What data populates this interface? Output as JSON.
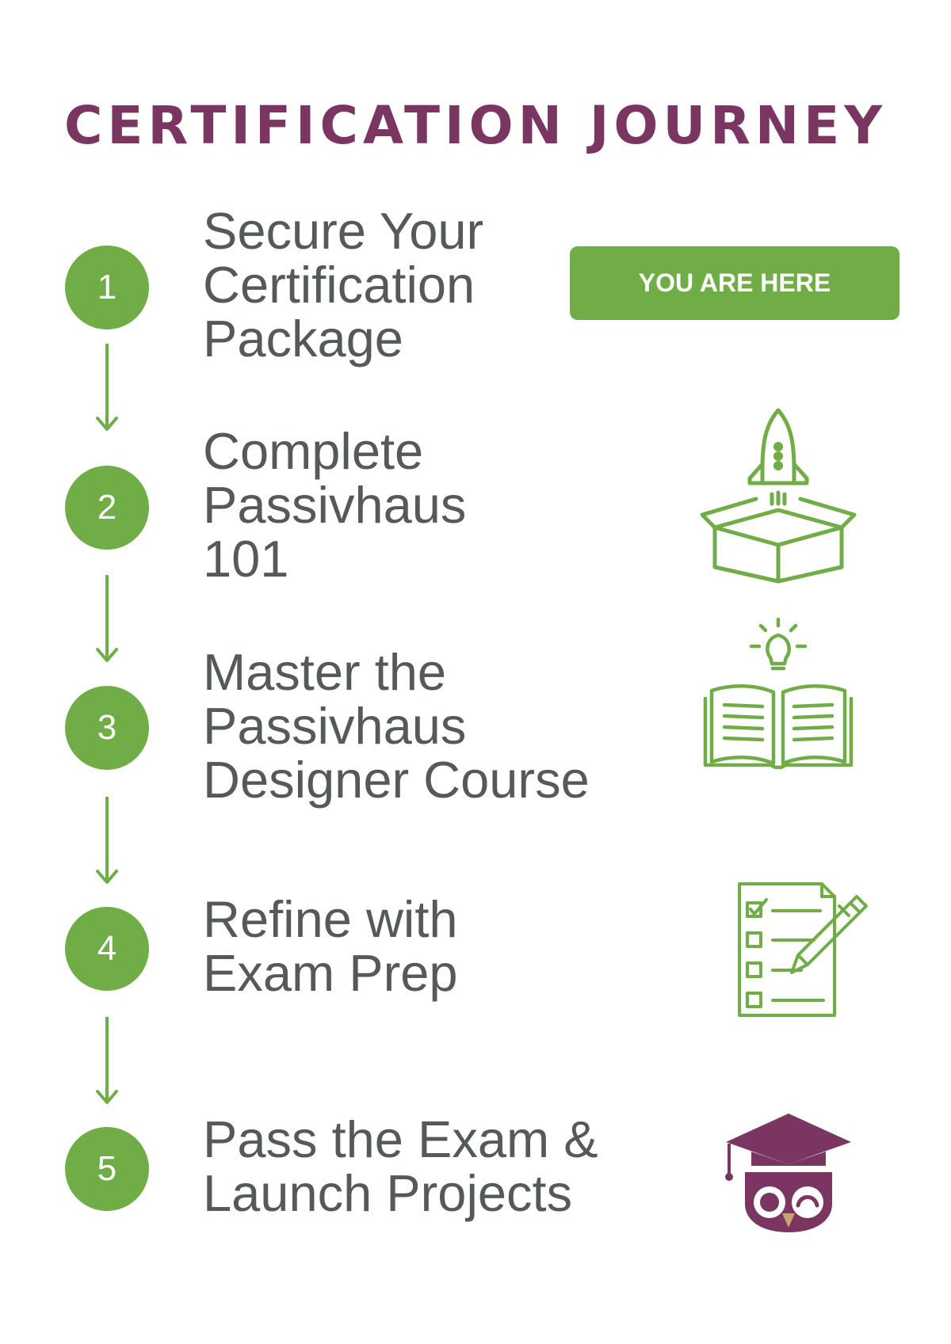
{
  "title": "CERTIFICATION JOURNEY",
  "badge": "YOU ARE HERE",
  "colors": {
    "title": "#7a3660",
    "accent_green": "#70ad47",
    "text": "#55595a",
    "owl_purple": "#7a3660",
    "owl_beak": "#c4a572"
  },
  "steps": [
    {
      "number": "1",
      "lines": [
        "Secure Your",
        "Certification",
        "Package"
      ],
      "icon": "you-are-here-badge"
    },
    {
      "number": "2",
      "lines": [
        "Complete",
        "Passivhaus",
        "101"
      ],
      "icon": "rocket-box-icon"
    },
    {
      "number": "3",
      "lines": [
        "Master the",
        "Passivhaus",
        "Designer Course"
      ],
      "icon": "open-book-lightbulb-icon"
    },
    {
      "number": "4",
      "lines": [
        "Refine with",
        "Exam Prep"
      ],
      "icon": "checklist-pencil-icon"
    },
    {
      "number": "5",
      "lines": [
        "Pass the Exam &",
        "Launch Projects"
      ],
      "icon": "graduation-owl-icon"
    }
  ]
}
